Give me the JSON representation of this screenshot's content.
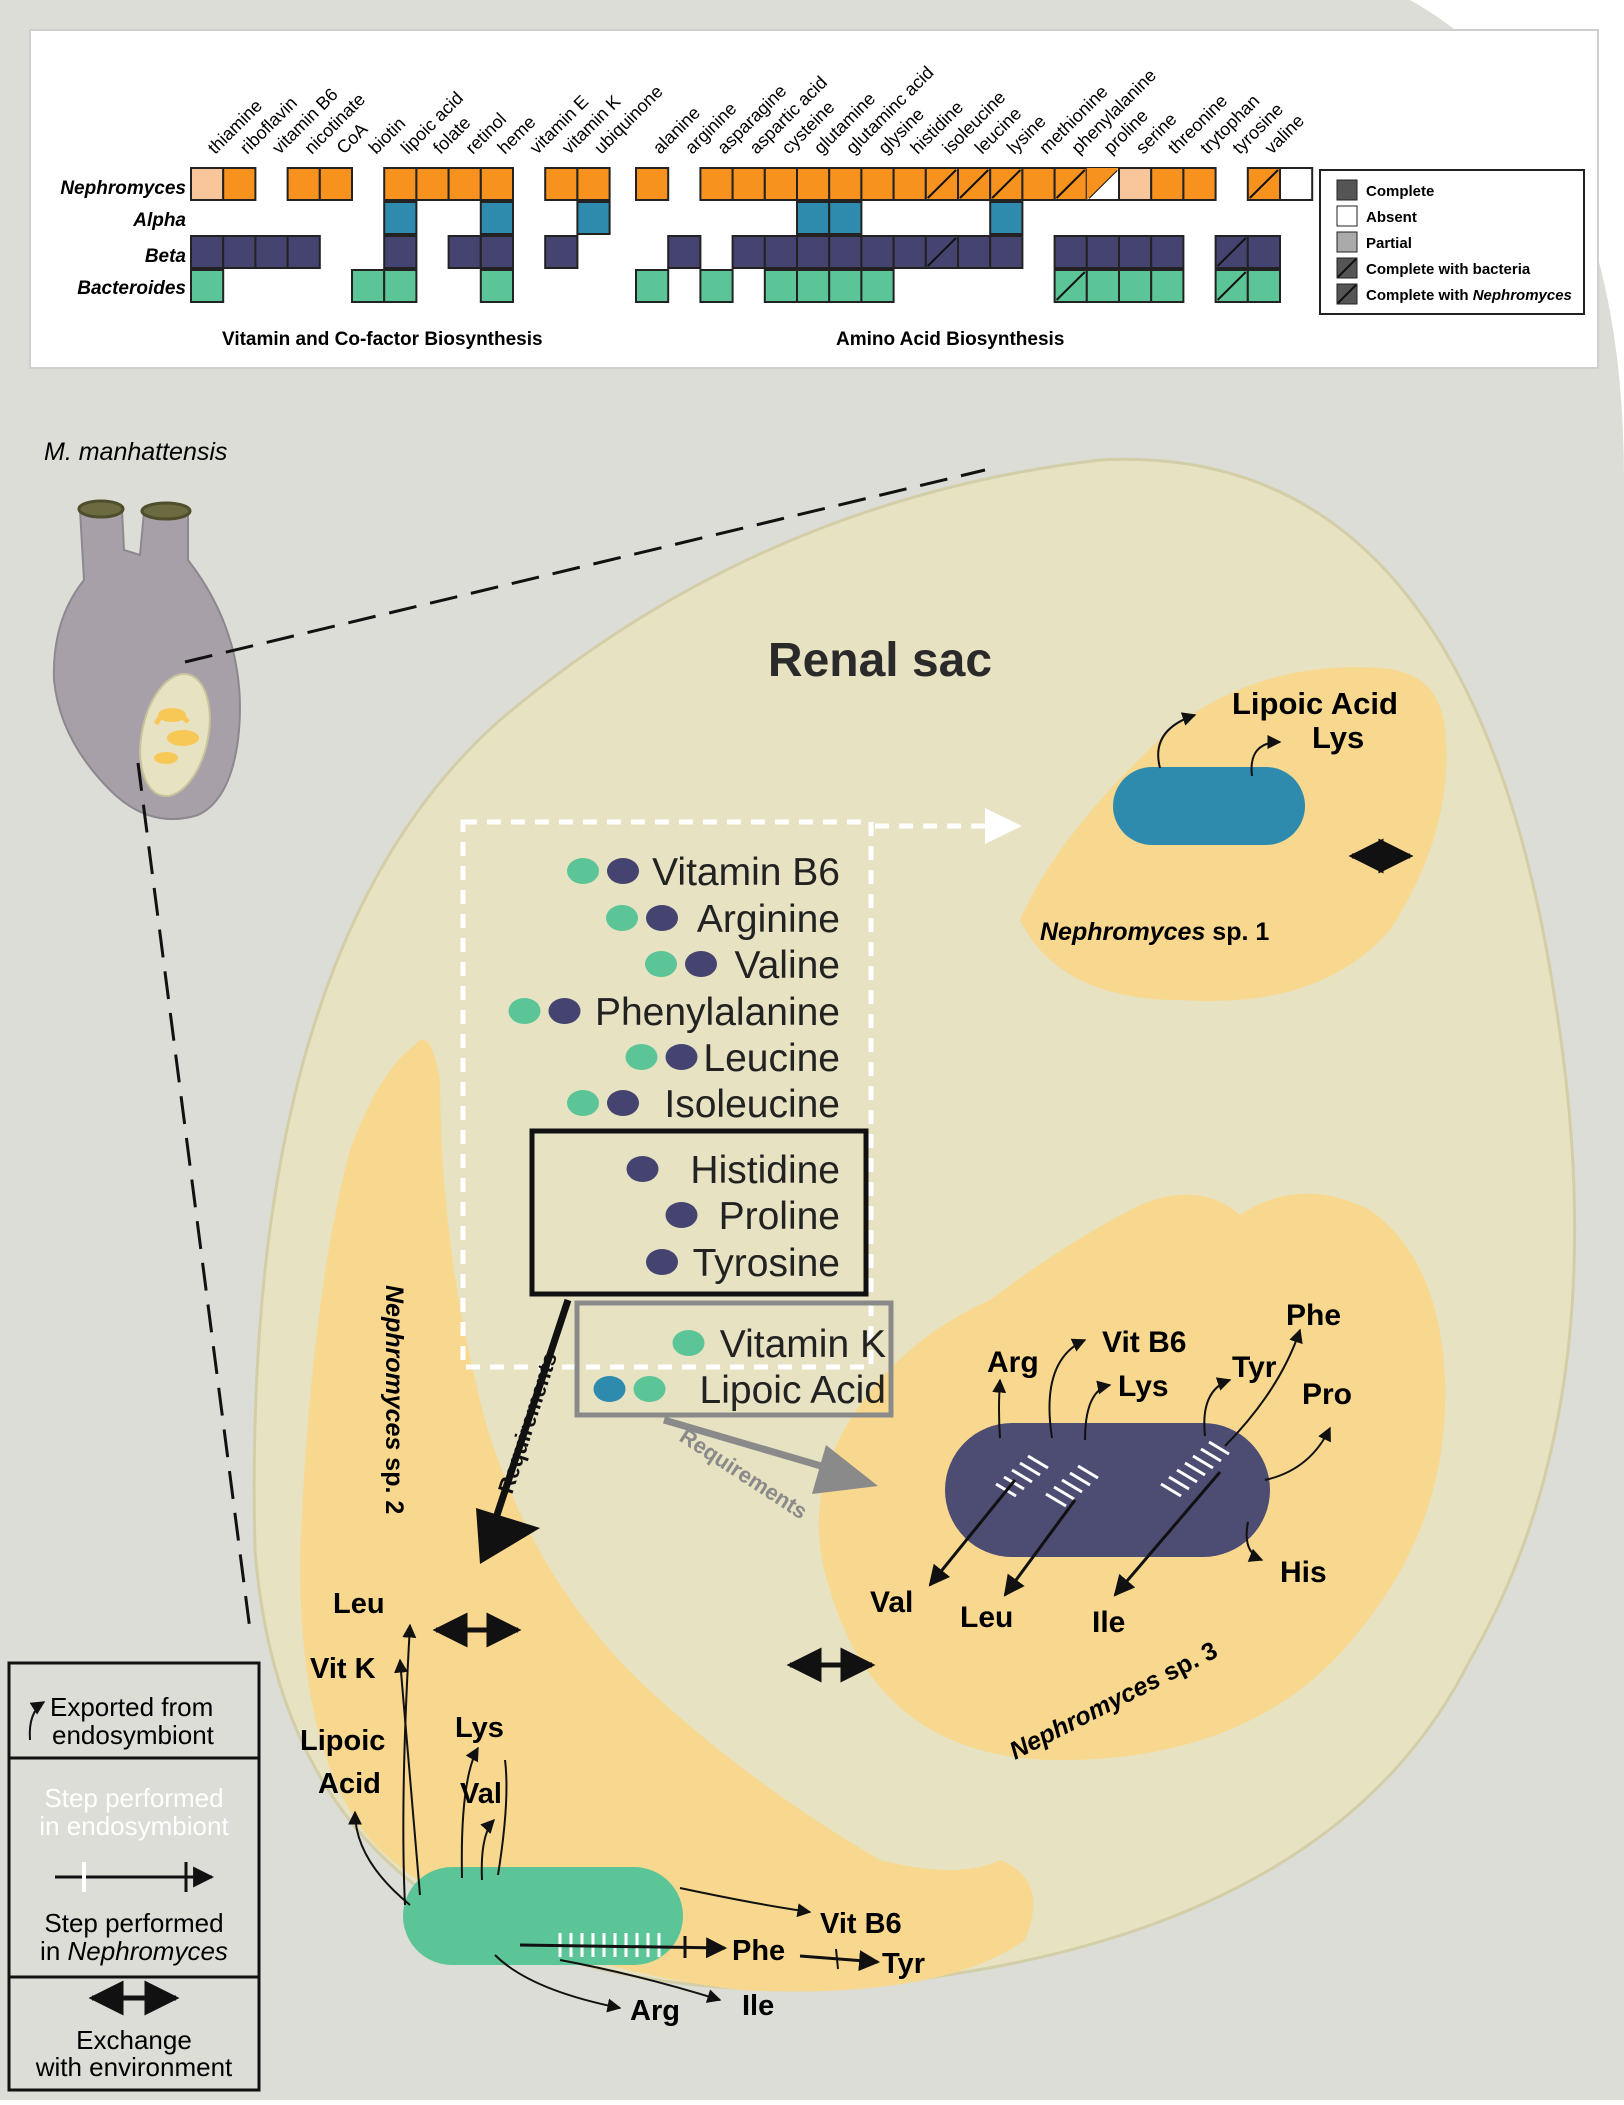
{
  "colors": {
    "nephromyces": "#f7921e",
    "nephromyces_partial": "#f9c69b",
    "alpha": "#2e8bad",
    "beta": "#454470",
    "bacteroides": "#5cc597",
    "background": "#dcddd6",
    "renal_sac": "#e6e2c2",
    "nephromyces_cell": "#f8d88e"
  },
  "heatmap": {
    "vitamin_columns": [
      "thiamine",
      "riboflavin",
      "vitamin B6",
      "nicotinate",
      "CoA",
      "biotin",
      "lipoic acid",
      "folate",
      "retinol",
      "heme",
      "vitamin E",
      "vitamin K",
      "ubiquinone"
    ],
    "amino_columns": [
      "alanine",
      "arginine",
      "asparagine",
      "aspartic acid",
      "cysteine",
      "glutamine",
      "glutaminc acid",
      "glysine",
      "histidine",
      "isoleucine",
      "leucine",
      "lysine",
      "methionine",
      "phenylalanine",
      "proline",
      "serine",
      "threonine",
      "trytophan",
      "tyrosine",
      "valine"
    ],
    "rows": [
      "Nephromyces",
      "Alpha",
      "Beta",
      "Bacteroides"
    ],
    "group_labels": {
      "vitamin": "Vitamin and Co-factor Biosynthesis",
      "amino": "Amino Acid Biosynthesis"
    },
    "legend": [
      "Complete",
      "Absent",
      "Partial",
      "Complete with bacteria"
    ],
    "legend_last_prefix": "Complete with",
    "legend_last_italic": "Nephromyces"
  },
  "organism_label": "M. manhattensis",
  "renal_sac_title": "Renal sac",
  "requirements": {
    "list": [
      {
        "name": "Vitamin B6",
        "dots": [
          "g",
          "b"
        ]
      },
      {
        "name": "Arginine",
        "dots": [
          "g",
          "b"
        ]
      },
      {
        "name": "Valine",
        "dots": [
          "g",
          "b"
        ]
      },
      {
        "name": "Phenylalanine",
        "dots": [
          "g",
          "b"
        ]
      },
      {
        "name": "Leucine",
        "dots": [
          "g",
          "b"
        ]
      },
      {
        "name": "Isoleucine",
        "dots": [
          "g",
          "b"
        ]
      },
      {
        "name": "Histidine",
        "dots": [
          "b"
        ]
      },
      {
        "name": "Proline",
        "dots": [
          "b"
        ]
      },
      {
        "name": "Tyrosine",
        "dots": [
          "b"
        ]
      },
      {
        "name": "Vitamin K",
        "dots": [
          "g"
        ]
      },
      {
        "name": "Lipoic Acid",
        "dots": [
          "t",
          "g"
        ]
      }
    ],
    "arrow_label": "Requirements"
  },
  "sp1": {
    "name": "Nephromyces",
    "suffix": " sp. 1",
    "exports": [
      "Lipoic Acid",
      "Lys"
    ]
  },
  "sp2": {
    "name": "Nephromyces",
    "suffix": " sp. 2",
    "exports": [
      "Leu",
      "Vit K",
      "Lipoic",
      "Acid",
      "Lys",
      "Val",
      "Vit B6",
      "Phe",
      "Tyr",
      "Arg",
      "Ile"
    ]
  },
  "sp3": {
    "name": "Nephromyces",
    "suffix": " sp. 3",
    "exports": [
      "Arg",
      "Vit B6",
      "Lys",
      "Tyr",
      "Phe",
      "Pro",
      "His",
      "Val",
      "Leu",
      "Ile"
    ]
  },
  "legend_box": {
    "exported": [
      "Exported from",
      "endosymbiont"
    ],
    "step_endo": [
      "Step performed",
      "in endosymbiont"
    ],
    "step_neph": [
      "Step performed",
      "in"
    ],
    "step_neph_italic": "Nephromyces",
    "exchange": [
      "Exchange",
      "with environment"
    ]
  }
}
